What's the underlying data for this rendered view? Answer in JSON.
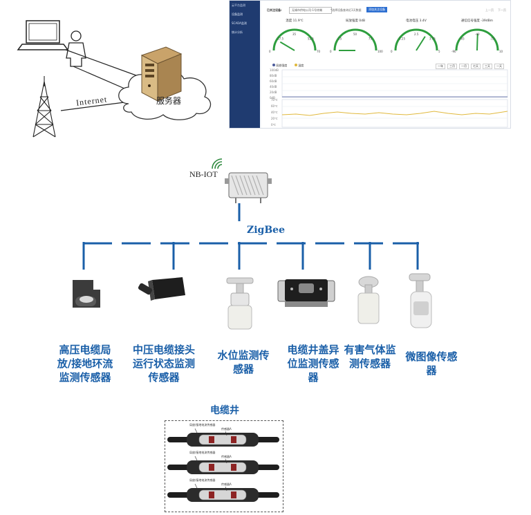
{
  "network": {
    "internet_label": "Internet",
    "server_label": "服务器",
    "nbiot_label": "NB-IOT",
    "zigbee_label": "ZigBee"
  },
  "dashboard": {
    "sidebar": [
      "云平台监测",
      "设备监测",
      "SCADA监测",
      "统计分析"
    ],
    "toolbar_label": "已关注设备:",
    "select_value": "无锡市供电公司-1号终端",
    "toolbar_hint": "*选择设备查询近3天数据",
    "toolbar_button": "添加关注设备",
    "pager": [
      "上一页",
      "下一页"
    ],
    "gauges": [
      {
        "title": "温度 11.9℃",
        "ticks": [
          "0",
          "17.5",
          "35",
          "52.5",
          "70"
        ],
        "color": "#2e9e3e",
        "value_frac": 0.17
      },
      {
        "title": "局放强度 0dB",
        "ticks": [
          "0",
          "25",
          "50",
          "75",
          "100"
        ],
        "color": "#2e9e3e",
        "value_frac": 0.0
      },
      {
        "title": "电池电压 3.4V",
        "ticks": [
          "0",
          "1.25",
          "2.5",
          "3.75",
          "5"
        ],
        "color": "#2e9e3e",
        "value_frac": 0.68
      },
      {
        "title": "通信信号强度 -39dBm",
        "ticks": [
          "-90",
          "-65",
          "-40",
          "-15",
          "10"
        ],
        "color": "#2e9e3e",
        "value_frac": 0.51
      }
    ],
    "legend": [
      "局放强度",
      "温度"
    ],
    "range_buttons": [
      "一年",
      "三月",
      "一月",
      "七天",
      "三天",
      "一天"
    ],
    "y_left": [
      "100dB",
      "80dB",
      "60dB",
      "40dB",
      "20dB",
      "0dB"
    ],
    "y_right": [
      "70℃",
      "60℃",
      "40℃",
      "20℃",
      "0℃"
    ]
  },
  "sensors": [
    {
      "name": "高压电缆局放/接地环流监测传感器"
    },
    {
      "name": "中压电缆接头运行状态监测传感器"
    },
    {
      "name": "水位监测传感器"
    },
    {
      "name": "电缆井盖异位监测传感器"
    },
    {
      "name": "有害气体监测传感器"
    },
    {
      "name": "微图像传感器"
    }
  ],
  "manhole": {
    "title": "电缆井",
    "cables": [
      {
        "tag1": "局放/接地电流传感器",
        "tag2": "传感器A"
      },
      {
        "tag1": "局放/接地电流传感器",
        "tag2": "传感器A"
      },
      {
        "tag1": "局放/接地电流传感器",
        "tag2": "传感器A"
      }
    ]
  }
}
